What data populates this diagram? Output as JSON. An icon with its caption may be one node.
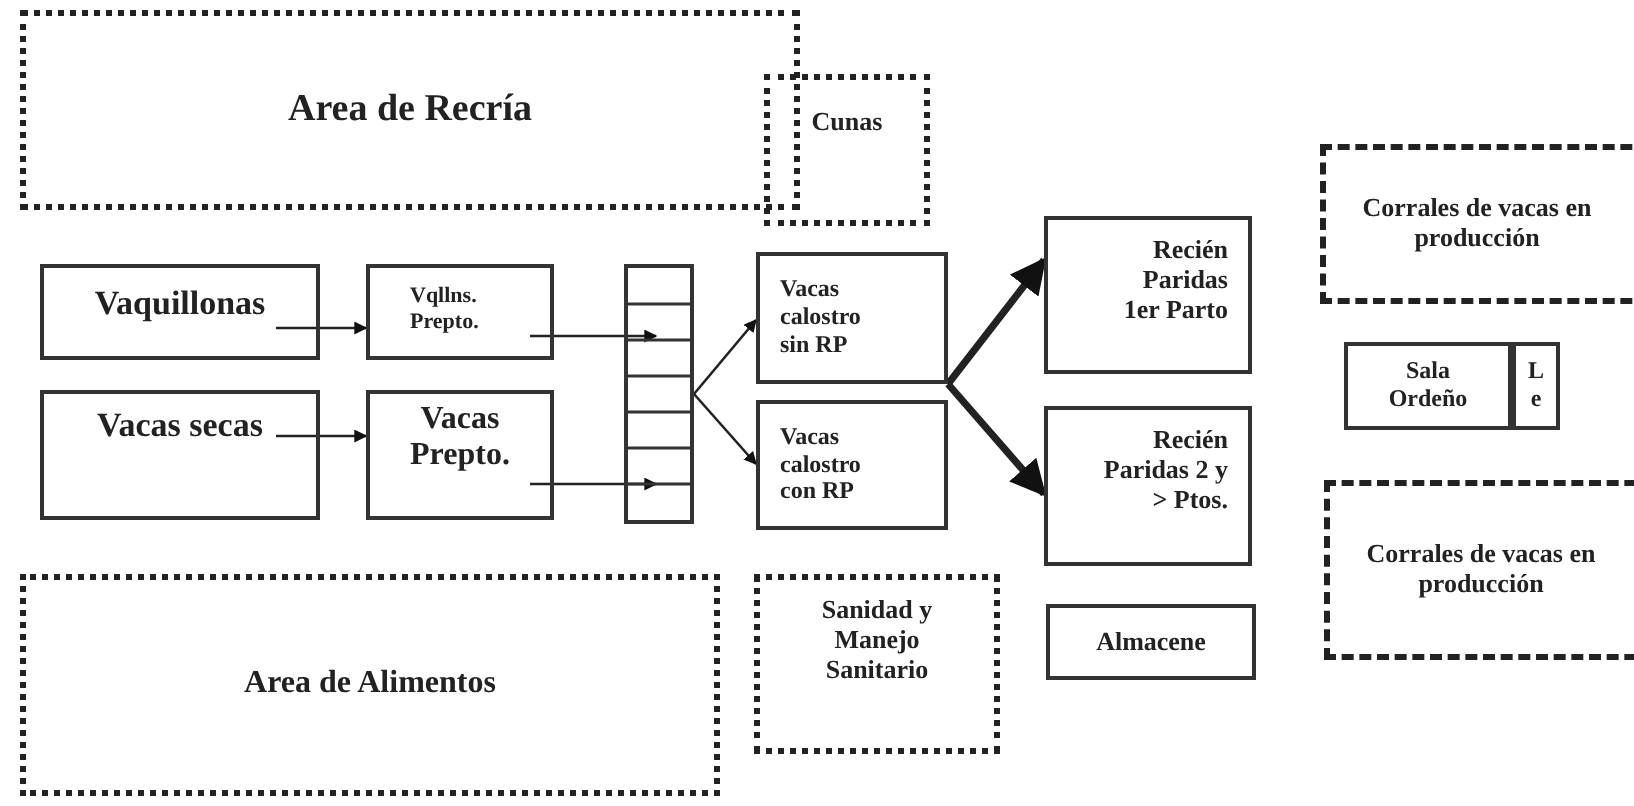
{
  "diagram": {
    "nodes": [
      {
        "text": [
          "Area de Recría"
        ]
      },
      {
        "text": [
          "Cunas"
        ]
      },
      {
        "text": [
          "Corrales de vacas en producción"
        ]
      },
      {
        "text": [
          "Vaquillonas"
        ]
      },
      {
        "text": [
          "Vqllns. Prepto."
        ]
      },
      {
        "text": [],
        "shape": "box"
      },
      {
        "text": [
          "Vacas calostro sin RP"
        ]
      },
      {
        "text": [
          "Recién Paridas 1er Parto"
        ]
      },
      {
        "text": [
          "Sala Ordeño"
        ]
      },
      {
        "text": [
          "L e"
        ]
      },
      {
        "text": [
          "Vacas secas"
        ]
      },
      {
        "text": [
          "Vacas Prepto."
        ]
      },
      {
        "text": [
          "Vacas calostro con RP"
        ]
      },
      {
        "text": [
          "Recién Paridas 2 y > Ptos."
        ]
      },
      {
        "text": [
          "Corrales de vacas en producción"
        ]
      },
      {
        "text": [
          "Area de Alimentos"
        ]
      },
      {
        "text": [
          "Sanidad y Manejo Sanitario"
        ]
      },
      {
        "text": [
          "Almacene"
        ]
      }
    ],
    "edges": [
      {
        "from": 3,
        "to": 4,
        "arrow": "to"
      },
      {
        "from": 4,
        "to": 5,
        "arrow": "to"
      },
      {
        "from": 10,
        "to": 11,
        "arrow": "to"
      },
      {
        "from": 11,
        "to": 5,
        "arrow": "to"
      },
      {
        "from": 5,
        "to": 6,
        "arrow": "to"
      },
      {
        "from": 5,
        "to": 12,
        "arrow": "to"
      },
      {
        "from": 6,
        "to": 7,
        "arrow": "to",
        "style": "thick"
      },
      {
        "from": 6,
        "to": 13,
        "arrow": "to",
        "style": "thick"
      }
    ]
  }
}
